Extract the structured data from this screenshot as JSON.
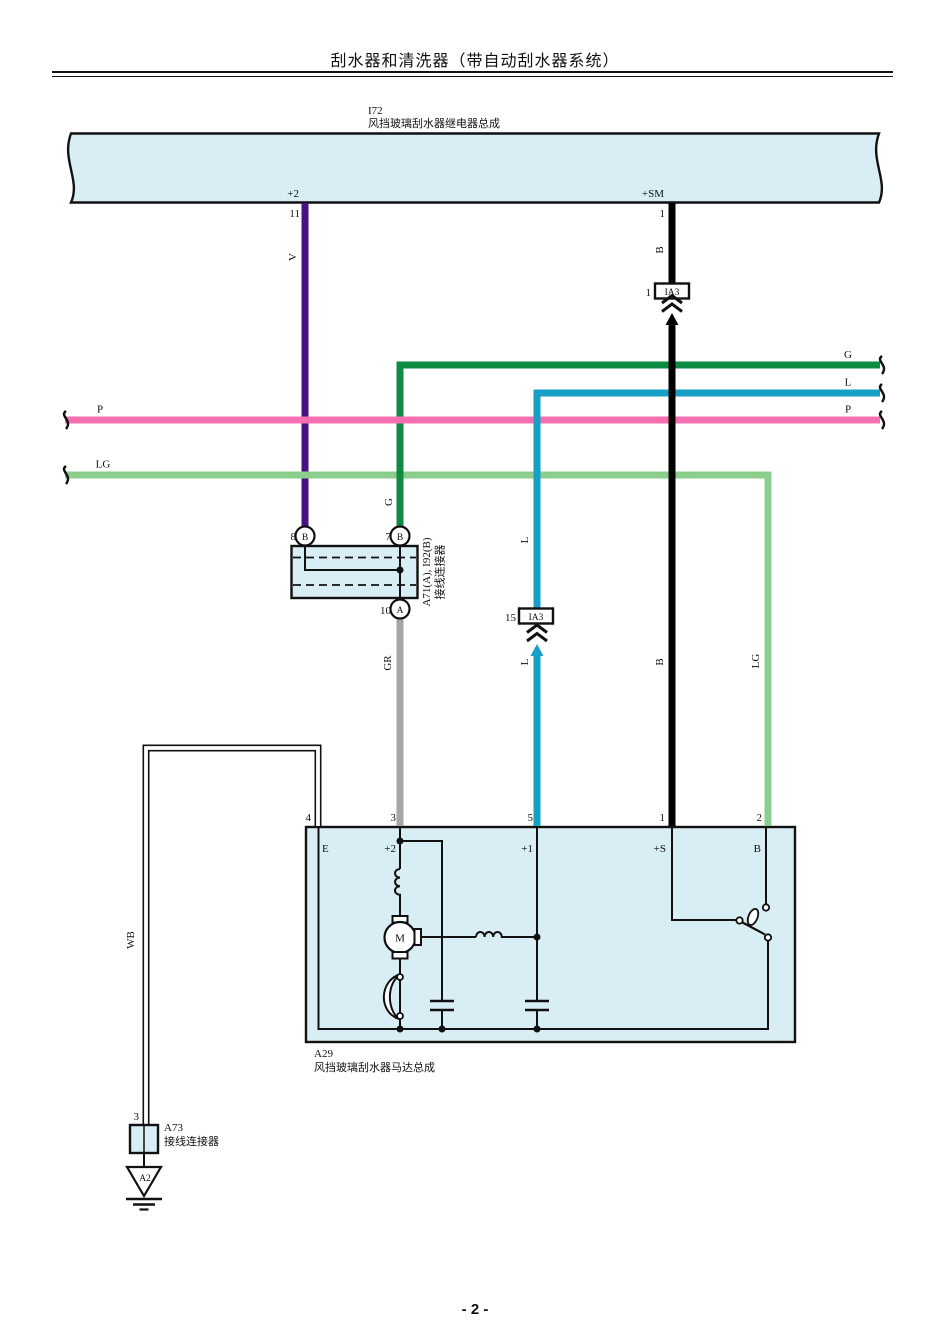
{
  "page": {
    "title": "刮水器和清洗器（带自动刮水器系统）",
    "page_number": "- 2 -"
  },
  "colors": {
    "component_fill": "#d9edf4",
    "v": "#4a1182",
    "b": "#000000",
    "g": "#0d8b43",
    "l": "#179fc8",
    "p": "#f66fb1",
    "lg": "#8ccf8c",
    "gr": "#a6a6a6",
    "wb_core": "#ffffff"
  },
  "labels": {
    "v": "V",
    "b": "B",
    "g": "G",
    "l": "L",
    "p": "P",
    "lg": "LG",
    "gr": "GR",
    "wb": "WB"
  },
  "relay": {
    "code": "I72",
    "name": "风挡玻璃刮水器继电器总成",
    "t_plus2": "+2",
    "t_plus2_pin": "11",
    "t_sm": "+SM",
    "t_sm_pin": "1"
  },
  "ia3_top": {
    "pin": "1",
    "code": "IA3"
  },
  "ia3_mid": {
    "pin": "15",
    "code": "IA3"
  },
  "junction": {
    "pin8": "8",
    "pin8_letter": "B",
    "pin7": "7",
    "pin7_letter": "B",
    "pin10": "10",
    "pin10_letter": "A",
    "code": "A71(A), I92(B)",
    "name": "接线连接器"
  },
  "motor": {
    "code": "A29",
    "name": "风挡玻璃刮水器马达总成",
    "pin4": "4",
    "pin3": "3",
    "pin5": "5",
    "pin1": "1",
    "pin2": "2",
    "t_e": "E",
    "t_plus2": "+2",
    "t_plus1": "+1",
    "t_s": "+S",
    "t_b": "B",
    "m": "M"
  },
  "a73": {
    "pin": "3",
    "code": "A73",
    "name": "接线连接器"
  },
  "ground": {
    "code": "A2"
  }
}
